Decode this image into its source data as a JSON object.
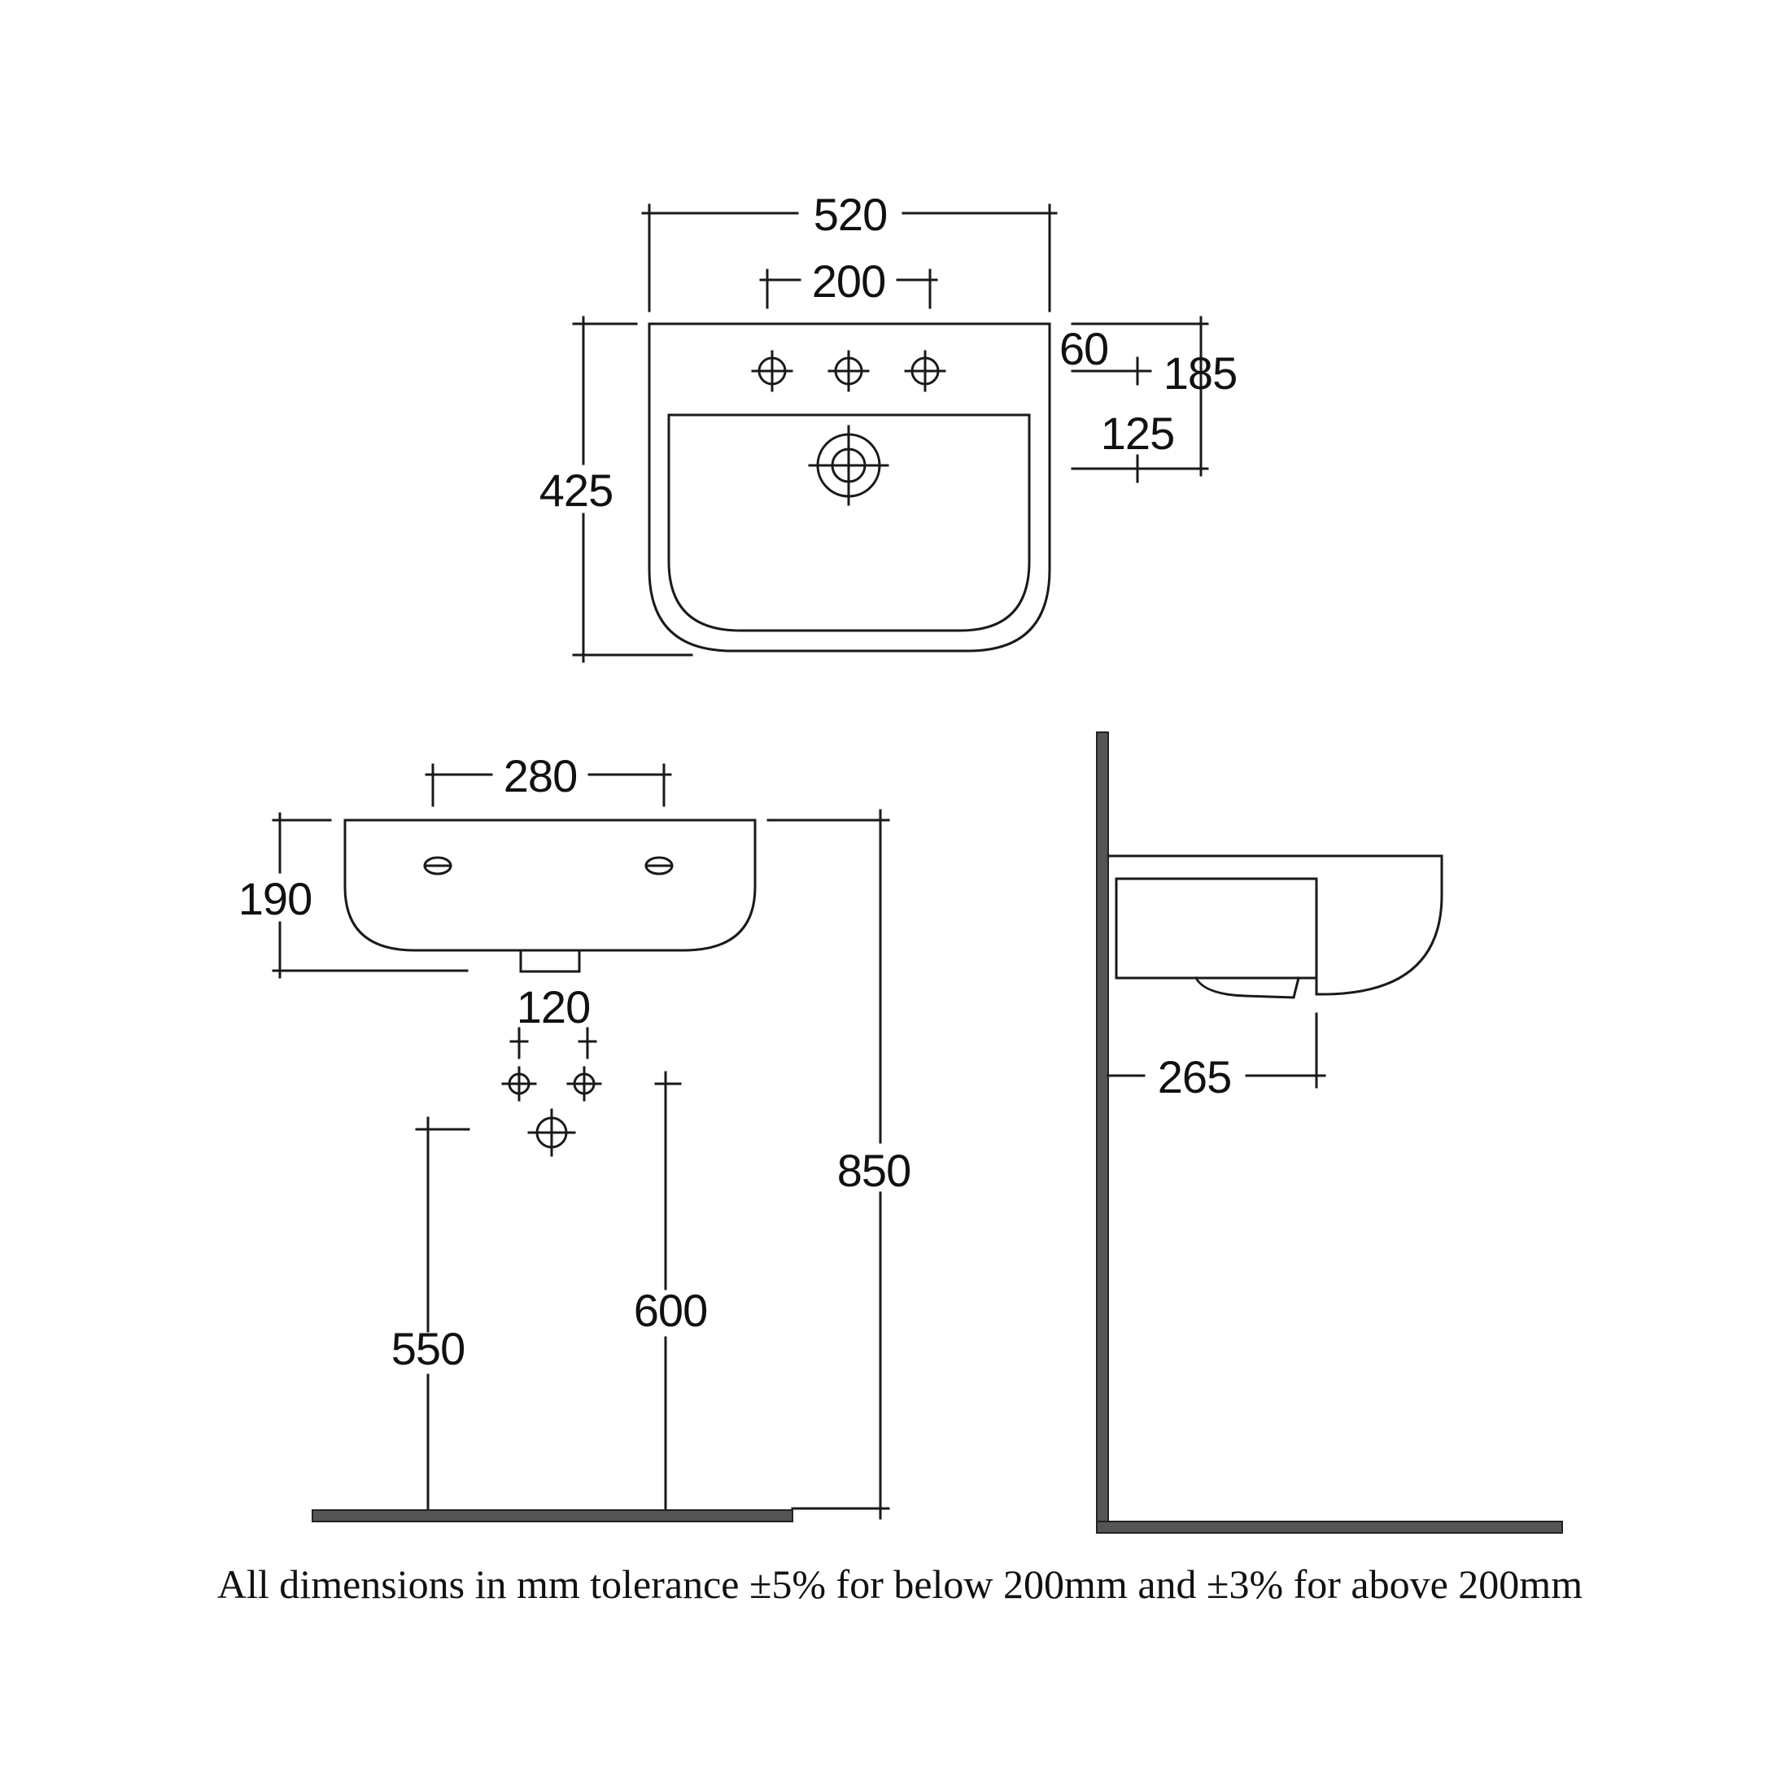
{
  "plan_view": {
    "overall_width": "520",
    "tap_centres": "200",
    "overall_depth": "425",
    "tap_hole_offset": "60",
    "waste_offset_total": "185",
    "waste_offset": "125"
  },
  "front_view": {
    "bracket_centres": "280",
    "bowl_height": "190",
    "waste_width": "120",
    "height_to_rim": "850",
    "waste_height": "550",
    "supply_height": "600"
  },
  "side_view": {
    "projection": "265"
  },
  "footer_note": "All dimensions in mm tolerance ±5% for below 200mm and ±3% for above 200mm",
  "colors": {
    "line": "#1a1a1a",
    "floor_wall": "#555555",
    "background": "#ffffff"
  },
  "icons": [
    "tap-hole-icon",
    "waste-hole-icon",
    "fixing-hole-icon",
    "supply-point-icon"
  ]
}
